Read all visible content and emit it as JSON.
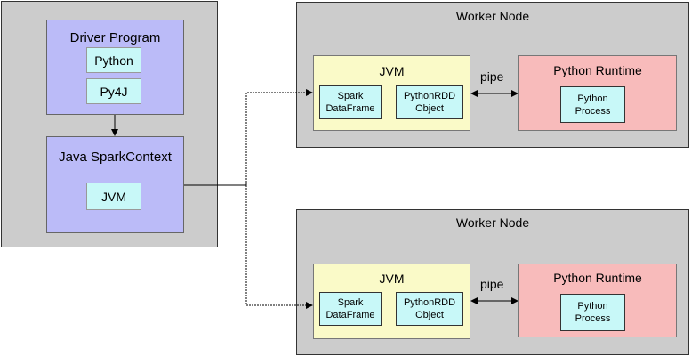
{
  "driver": {
    "title": "Driver Program",
    "python": "Python",
    "py4j": "Py4J",
    "context_title": "Java SparkContext",
    "jvm": "JVM"
  },
  "workers": [
    {
      "title": "Worker Node",
      "jvm_title": "JVM",
      "spark_df": "Spark\nDataFrame",
      "python_rdd": "PythonRDD\nObject",
      "pipe": "pipe",
      "runtime_title": "Python Runtime",
      "process": "Python\nProcess"
    },
    {
      "title": "Worker Node",
      "jvm_title": "JVM",
      "spark_df": "Spark\nDataFrame",
      "python_rdd": "PythonRDD\nObject",
      "pipe": "pipe",
      "runtime_title": "Python Runtime",
      "process": "Python\nProcess"
    }
  ],
  "colors": {
    "container_gray": "#cccccc",
    "driver_blue": "#bbbbf8",
    "cyan_box": "#c8f8f8",
    "jvm_yellow": "#fafac8",
    "runtime_pink": "#f8bbbb"
  }
}
